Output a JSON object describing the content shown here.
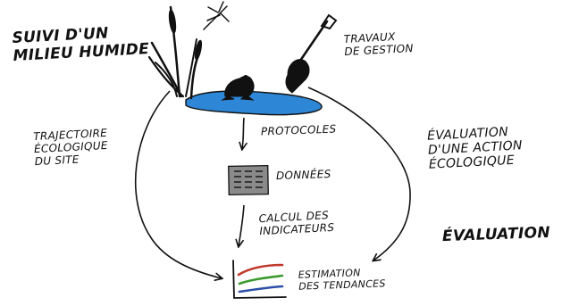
{
  "labels": {
    "title": [
      "Suivi d'un",
      "milieu humide"
    ],
    "travaux": [
      "Travaux",
      "de gestion"
    ],
    "protocoles": "Protocoles",
    "donnees": "Données",
    "calcul": [
      "Calcul des",
      "indicateurs"
    ],
    "estimation": [
      "Estimation",
      "des tendances"
    ],
    "trajectoire": [
      "Trajectoire",
      "écologique",
      "du site"
    ],
    "evaluation_action": [
      "Évaluation",
      "d'une action",
      "écologique"
    ],
    "evaluation": "Évaluation"
  },
  "icons": [
    "reeds-icon",
    "dragonfly-icon",
    "frog-icon",
    "shovel-icon",
    "data-table-icon",
    "trend-chart-icon"
  ],
  "colors": {
    "pond": "#2d86d6",
    "ink": "#111111",
    "trend_red": "#c0392b",
    "trend_green": "#3b9a2f",
    "trend_blue": "#2d4fa8"
  }
}
